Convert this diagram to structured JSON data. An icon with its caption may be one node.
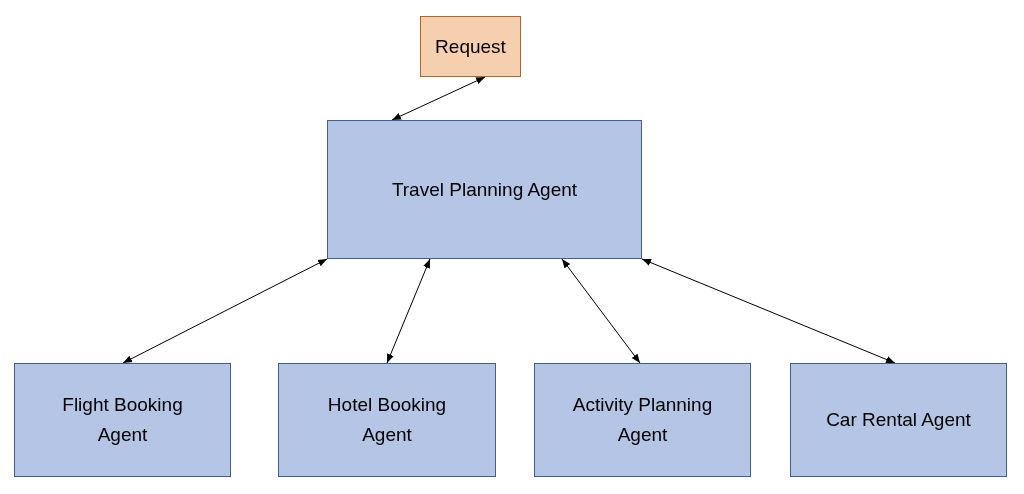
{
  "diagram": {
    "nodes": [
      {
        "text": [
          "Request"
        ]
      },
      {
        "text": [
          "Travel Planning Agent"
        ]
      },
      {
        "text": [
          "Flight Booking Agent"
        ]
      },
      {
        "text": [
          "Hotel Booking Agent"
        ]
      },
      {
        "text": [
          "Activity Planning Agent"
        ]
      },
      {
        "text": [
          "Car Rental Agent"
        ]
      }
    ],
    "edges": [
      {
        "from": 0,
        "to": 1,
        "arrow": "both"
      },
      {
        "from": 1,
        "to": 2,
        "arrow": "both"
      },
      {
        "from": 1,
        "to": 3,
        "arrow": "both"
      },
      {
        "from": 1,
        "to": 4,
        "arrow": "both"
      },
      {
        "from": 1,
        "to": 5,
        "arrow": "both"
      }
    ]
  }
}
